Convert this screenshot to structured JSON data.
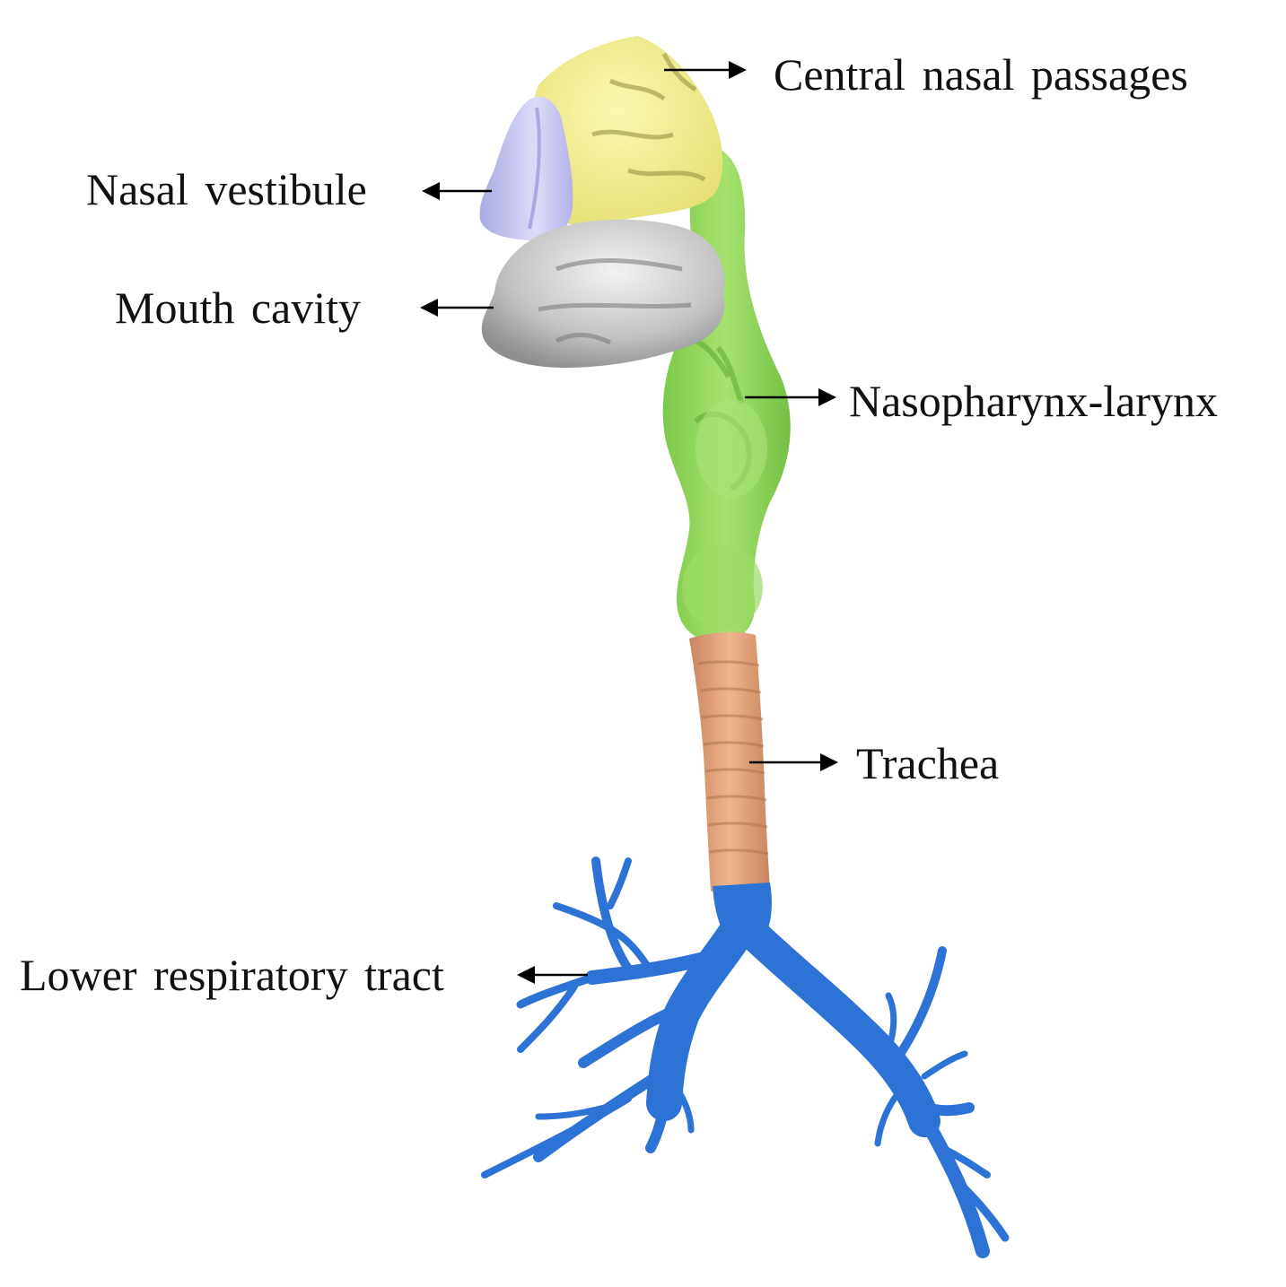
{
  "labels": {
    "central_nasal_passages": "Central nasal passages",
    "nasal_vestibule": "Nasal vestibule",
    "mouth_cavity": "Mouth cavity",
    "nasopharynx_larynx": "Nasopharynx-larynx",
    "trachea": "Trachea",
    "lower_respiratory_tract": "Lower respiratory tract"
  },
  "colors": {
    "central_nasal_passages": "#f2ef8e",
    "nasal_vestibule": "#c9c8f2",
    "mouth_cavity": "#c8c8c8",
    "nasopharynx_larynx": "#8fd85a",
    "trachea": "#e2a77a",
    "lower_respiratory_tract": "#2d73d6",
    "arrow": "#000000"
  }
}
